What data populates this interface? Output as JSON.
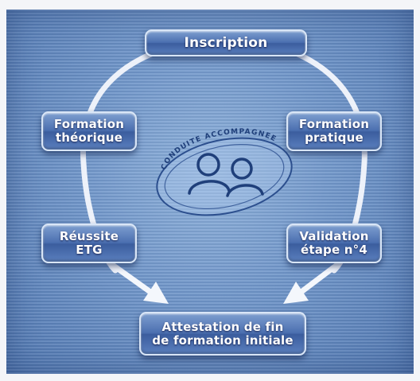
{
  "steps": {
    "inscription": "Inscription",
    "formation_theorique": [
      "Formation",
      "théorique"
    ],
    "formation_pratique": [
      "Formation",
      "pratique"
    ],
    "reussite_etg": [
      "Réussite",
      "ETG"
    ],
    "validation_etape": [
      "Validation",
      "étape n°4"
    ],
    "attestation": [
      "Attestation de fin",
      "de formation initiale"
    ]
  },
  "emblem": {
    "text": "CONDUITE ACCOMPAGNEE",
    "icon": "people-icon"
  },
  "colors": {
    "background": "#6f95c9",
    "node_fill": "#4b6fb0",
    "node_border": "#d9e6f7",
    "arrow": "#ffffff",
    "emblem_line": "#2c4f8e"
  }
}
